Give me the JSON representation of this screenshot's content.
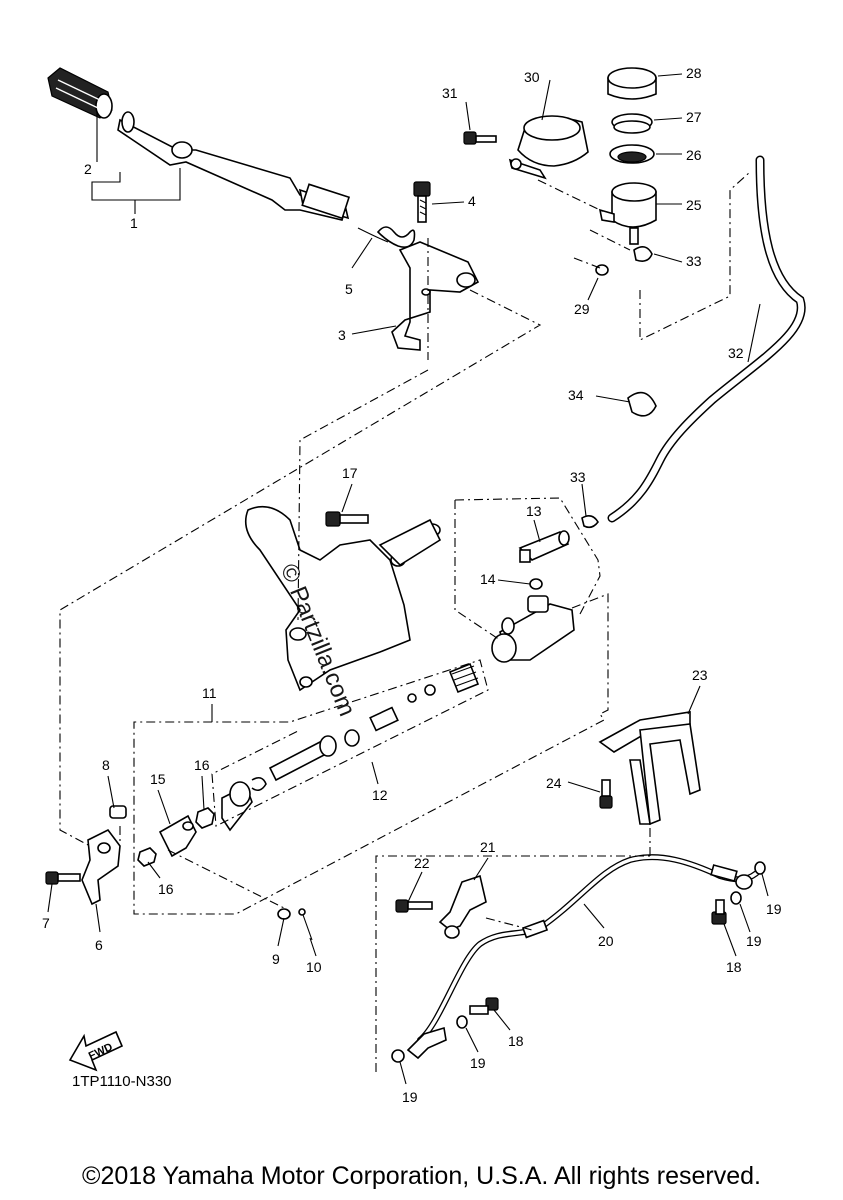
{
  "diagram": {
    "code": "1TP1110-N330",
    "fwd_label": "FWD",
    "watermark": "© Partzilla.com",
    "copyright": "©2018 Yamaha Motor Corporation, U.S.A. All rights reserved."
  },
  "callouts": [
    {
      "id": "p1",
      "text": "1"
    },
    {
      "id": "p2",
      "text": "2"
    },
    {
      "id": "p3",
      "text": "3"
    },
    {
      "id": "p4",
      "text": "4"
    },
    {
      "id": "p5",
      "text": "5"
    },
    {
      "id": "p6",
      "text": "6"
    },
    {
      "id": "p7",
      "text": "7"
    },
    {
      "id": "p8",
      "text": "8"
    },
    {
      "id": "p9",
      "text": "9"
    },
    {
      "id": "p10",
      "text": "10"
    },
    {
      "id": "p11",
      "text": "11"
    },
    {
      "id": "p12",
      "text": "12"
    },
    {
      "id": "p13",
      "text": "13"
    },
    {
      "id": "p14",
      "text": "14"
    },
    {
      "id": "p15",
      "text": "15"
    },
    {
      "id": "p16a",
      "text": "16"
    },
    {
      "id": "p16b",
      "text": "16"
    },
    {
      "id": "p17",
      "text": "17"
    },
    {
      "id": "p18a",
      "text": "18"
    },
    {
      "id": "p18b",
      "text": "18"
    },
    {
      "id": "p19a",
      "text": "19"
    },
    {
      "id": "p19b",
      "text": "19"
    },
    {
      "id": "p19c",
      "text": "19"
    },
    {
      "id": "p19d",
      "text": "19"
    },
    {
      "id": "p20",
      "text": "20"
    },
    {
      "id": "p21",
      "text": "21"
    },
    {
      "id": "p22",
      "text": "22"
    },
    {
      "id": "p23",
      "text": "23"
    },
    {
      "id": "p24",
      "text": "24"
    },
    {
      "id": "p25",
      "text": "25"
    },
    {
      "id": "p26",
      "text": "26"
    },
    {
      "id": "p27",
      "text": "27"
    },
    {
      "id": "p28",
      "text": "28"
    },
    {
      "id": "p29",
      "text": "29"
    },
    {
      "id": "p30",
      "text": "30"
    },
    {
      "id": "p31",
      "text": "31"
    },
    {
      "id": "p32",
      "text": "32"
    },
    {
      "id": "p33a",
      "text": "33"
    },
    {
      "id": "p33b",
      "text": "33"
    },
    {
      "id": "p34",
      "text": "34"
    }
  ]
}
